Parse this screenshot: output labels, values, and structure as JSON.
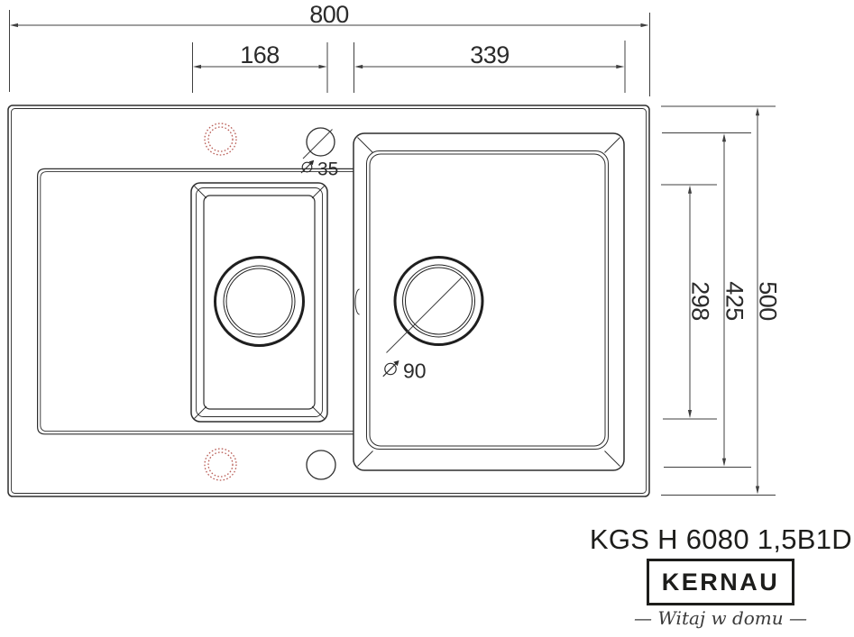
{
  "drawing": {
    "description": "Top-view technical drawing of a 1.5-bowl kitchen sink with drainer",
    "dimensions": {
      "overall_width_mm": "800",
      "small_bowl_width_mm": "168",
      "main_bowl_width_mm": "339",
      "overall_depth_mm": "500",
      "main_bowl_depth_mm": "425",
      "main_bowl_inner_depth_mm": "298",
      "tap_hole_diameter_mm": "35",
      "drain_hole_diameter_mm": "90"
    }
  },
  "branding": {
    "model": "KGS H 6080 1,5B1D",
    "brand": "KERNAU",
    "tagline": "—  Witaj w domu  —"
  },
  "colors": {
    "line": "#2e2e2e",
    "dimension_line": "#3f3f3f",
    "optional_hole_red": "#b85c55",
    "text": "#1d1d1b",
    "background": "#ffffff"
  }
}
